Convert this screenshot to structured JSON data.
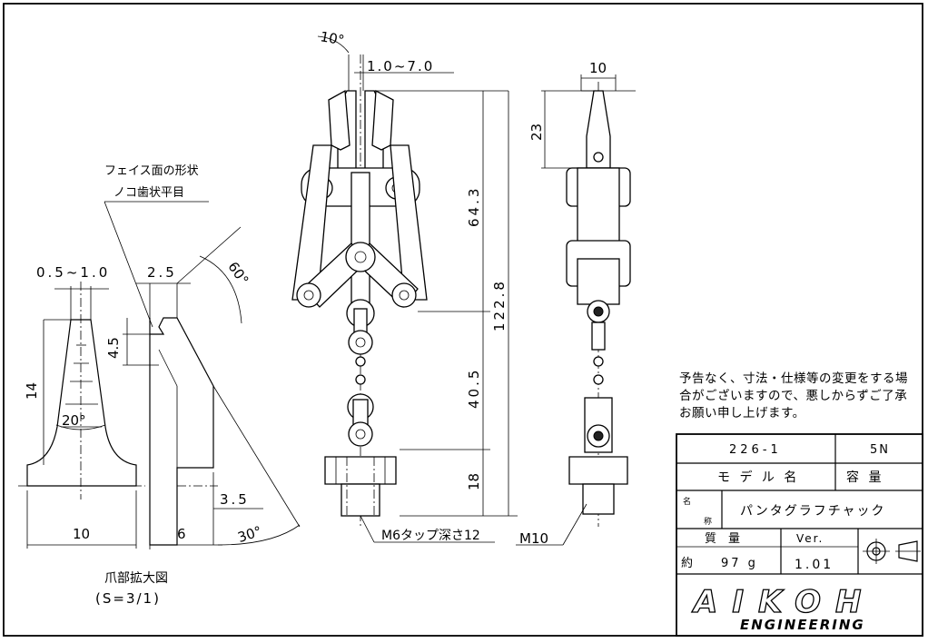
{
  "detail": {
    "title": "爪部拡大図",
    "scale": "(S=3/1)",
    "face_note_1": "フェイス面の形状",
    "face_note_2": "ノコ歯状平目",
    "dim_tip": "0.5~1.0",
    "dim_step": "2.5",
    "dim_angle60": "60°",
    "dim_height": "14",
    "dim_serr": "4.5",
    "dim_angle20": "20°",
    "dim_width": "10",
    "dim_6": "6",
    "dim_35": "3.5",
    "dim_angle30": "30°"
  },
  "front": {
    "dim_angle10": "10°",
    "dim_stroke": "1.0~7.0",
    "dim_643": "64.3",
    "dim_1228": "122.8",
    "dim_405": "40.5",
    "dim_18": "18",
    "tap_note": "M6タップ深さ12"
  },
  "side": {
    "dim_10": "10",
    "dim_23": "23",
    "thread": "M10"
  },
  "notes": "予告なく、寸法・仕様等の変更をする場合がございますので、悪しからずご了承お願い申し上げます。",
  "title_block": {
    "model_no": "226-1",
    "capacity": "5N",
    "model_header": "モ デ ル 名",
    "capacity_header": "容 量",
    "name_label_1": "名",
    "name_label_2": "称",
    "product_name": "パンタグラフチャック",
    "mass_header": "質　量",
    "ver_header": "Ver.",
    "mass_prefix": "約",
    "mass_value": "97 g",
    "version": "1.01",
    "company": "AIKOH",
    "company_sub": "ENGINEERING"
  },
  "colors": {
    "line": "#000000",
    "background": "#ffffff"
  }
}
